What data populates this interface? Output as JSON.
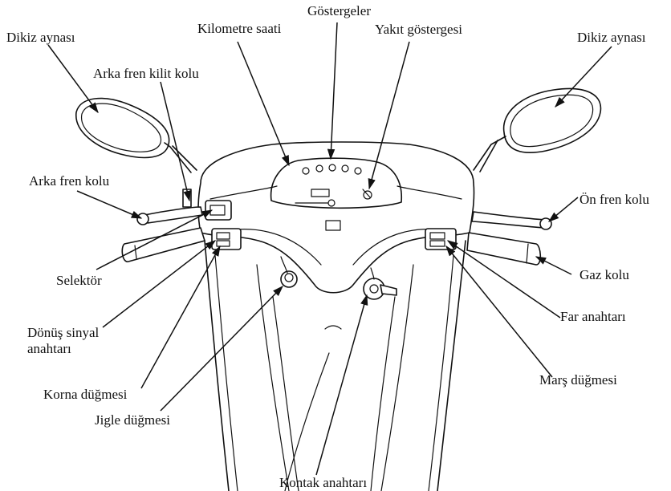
{
  "labels": {
    "gostergeler": "Göstergeler",
    "kilometre_saati": "Kilometre saati",
    "yakit_gostergesi": "Yakıt göstergesi",
    "dikiz_aynasi_left": "Dikiz aynası",
    "dikiz_aynasi_right": "Dikiz aynası",
    "arka_fren_kilit_kolu": "Arka fren kilit kolu",
    "arka_fren_kolu": "Arka fren kolu",
    "on_fren_kolu": "Ön fren kolu",
    "selektor": "Selektör",
    "gaz_kolu": "Gaz kolu",
    "donus_sinyal_anahtari": "Dönüş sinyal anahtarı",
    "far_anahtari": "Far anahtarı",
    "korna_dugmesi": "Korna düğmesi",
    "mars_dugmesi": "Marş düğmesi",
    "jigle_dugmesi": "Jigle düğmesi",
    "kontak_anahtari": "Kontak anahtarı"
  },
  "colors": {
    "line": "#111111",
    "background": "#ffffff"
  }
}
